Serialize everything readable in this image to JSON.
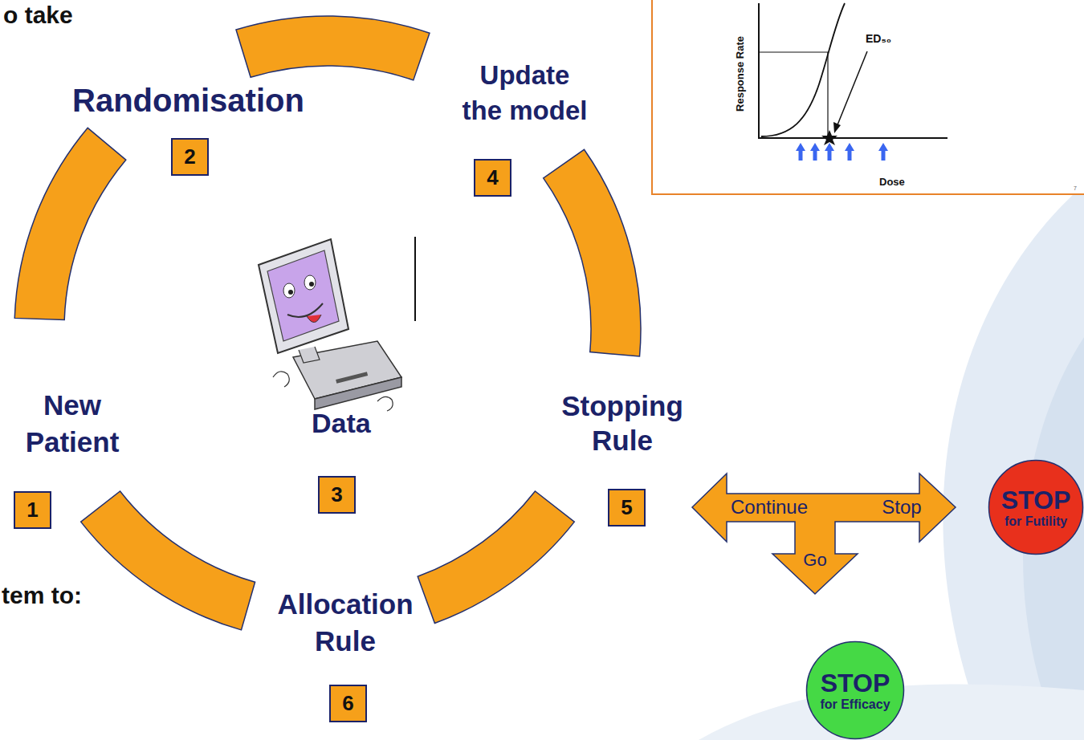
{
  "diagram": {
    "nodes": [
      {
        "text": [
          "2"
        ]
      },
      {
        "text": [
          "4"
        ]
      },
      {
        "text": [
          "3"
        ]
      },
      {
        "text": [
          "1"
        ]
      },
      {
        "text": [
          "5"
        ]
      },
      {
        "text": [
          "Continue",
          "Stop",
          "Go"
        ]
      },
      {
        "text": [
          "STOP",
          "for Futility"
        ]
      },
      {
        "text": [
          "STOP",
          "for Efficacy"
        ]
      },
      {
        "text": [
          "6"
        ]
      }
    ],
    "labels": [
      "o take",
      "Randomisation",
      "Update the model",
      "New Patient",
      "Data",
      "Stopping Rule",
      "Allocation Rule",
      "tem to:",
      "Response Rate",
      "ED₅₀",
      "Dose",
      "7"
    ]
  }
}
